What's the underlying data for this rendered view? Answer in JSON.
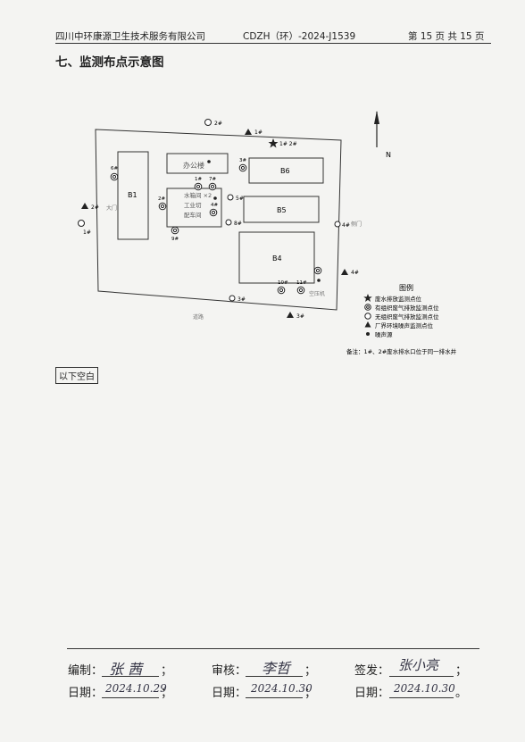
{
  "header": {
    "company": "四川中环康源卫生技术服务有限公司",
    "report_no": "CDZH（环）-2024-J1539",
    "page_info": "第 15 页 共 15 页"
  },
  "section_title": "七、监测布点示意图",
  "diagram": {
    "north_label": "N",
    "buildings": {
      "b1": "B1",
      "b4": "B4",
      "b5": "B5",
      "b6": "B6",
      "office": "办公楼",
      "workshop_line1": "水箱间 ×2",
      "workshop_line2": "工业切",
      "workshop_line3": "配车间"
    },
    "points": {
      "o2": "2#",
      "o1": "1#",
      "o4": "4#",
      "o3": "3#",
      "n1": "1#",
      "n2": "2#",
      "n3": "3#",
      "n4": "4#",
      "w1": "1#  2#",
      "g6": "6#",
      "g1": "1#",
      "g7": "7#",
      "g3": "3#",
      "g4": "4#",
      "g5": "5#",
      "g2": "2#",
      "g8": "8#",
      "g9": "9#",
      "g10": "10#",
      "g11": "11#"
    },
    "edge_labels": {
      "left_gate": "大门",
      "right_gate": "侧门",
      "bottom_road": "道路",
      "bottom_right": "空压机"
    },
    "legend": {
      "title": "图例",
      "items": [
        "废水排放监测点位",
        "有组织废气排放监测点位",
        "无组织废气排放监测点位",
        "厂界环境噪声监测点位",
        "噪声源"
      ]
    },
    "note": "备注：1#、2#废水排水口位于同一排水井"
  },
  "end_note": "以下空白",
  "signatures": {
    "compiled_label": "编制：",
    "compiled_by": "张 茜",
    "reviewed_label": "审核：",
    "reviewed_by": "李哲",
    "issued_label": "签发：",
    "issued_by": "张小亮",
    "date_label": "日期：",
    "date_compiled": "2024.10.29",
    "date_reviewed": "2024.10.30",
    "date_issued": "2024.10.30",
    "semicolon": "；",
    "full_stop": "。"
  }
}
